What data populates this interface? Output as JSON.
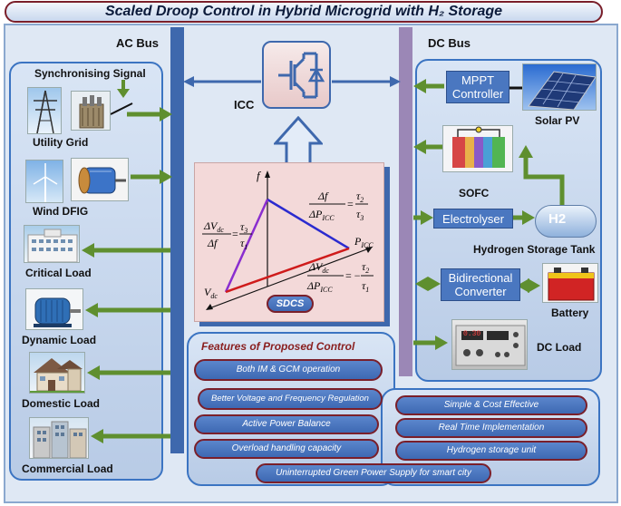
{
  "title": "Scaled Droop Control in Hybrid Microgrid with H₂ Storage",
  "ac_bus": "AC Bus",
  "dc_bus": "DC Bus",
  "icc": "ICC",
  "ac_side": {
    "sync": "Synchronising Signal",
    "grid": "Utility Grid",
    "wind": "Wind DFIG",
    "critical": "Critical Load",
    "dynamic": "Dynamic Load",
    "domestic": "Domestic Load",
    "commercial": "Commercial Load"
  },
  "dc_side": {
    "mppt": "MPPT Controller",
    "pv": "Solar PV",
    "sofc": "SOFC",
    "electrolyser": "Electrolyser",
    "tank": "Hydrogen Storage Tank",
    "bdc": "Bidirectional Converter",
    "battery": "Battery",
    "dc_load": "DC Load",
    "tank_text": "H2",
    "meter_reading": "0.30"
  },
  "sdcs": {
    "label": "SDCS",
    "f": "f",
    "picc": "P_ICC",
    "vdc": "V_dc",
    "eq_left_num": "ΔV_dc",
    "eq_left_den": "Δf",
    "eq_left_rhs_num": "τ3",
    "eq_left_rhs_den": "τ1",
    "eq_top_num": "Δf",
    "eq_top_den": "ΔP_ICC",
    "eq_top_rhs_num": "τ2",
    "eq_top_rhs_den": "τ3",
    "eq_bot_num": "ΔV_dc",
    "eq_bot_den": "ΔP_ICC",
    "eq_bot_rhs_num": "τ2",
    "eq_bot_rhs_den": "τ1"
  },
  "features": {
    "heading": "Features of Proposed Control",
    "items": [
      "Both IM & GCM operation",
      "Better Voltage and Frequency Regulation",
      "Active Power Balance",
      "Overload handling capacity",
      "Simple & Cost Effective",
      "Real Time Implementation",
      "Hydrogen  storage unit",
      "Uninterrupted Green Power Supply for smart city"
    ]
  },
  "colors": {
    "bus": "#3e68ad",
    "dc_bus": "#9b87b6",
    "arrow": "#5f8f2f",
    "border": "#7a1f2a",
    "panel": "#3b74c2"
  }
}
